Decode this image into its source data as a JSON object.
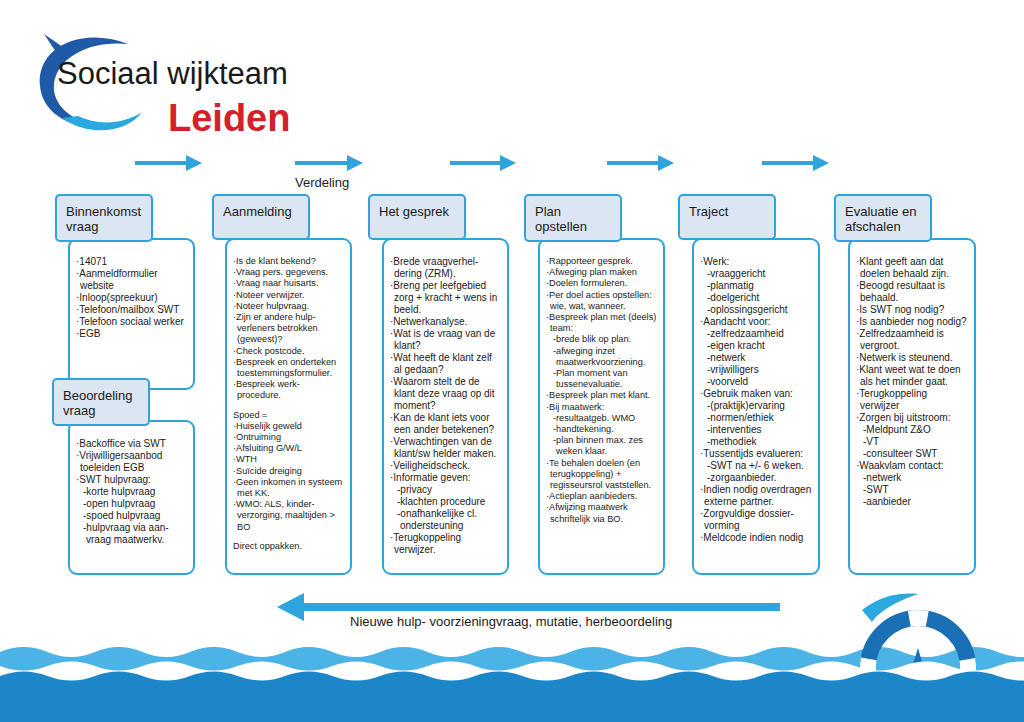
{
  "diagram": {
    "nodes": [
      {
        "text": [
          "Binnenkomst vraag"
        ]
      },
      {
        "text": [
          "·14071",
          "·Aanmeldformulier website",
          "·Inloop(spreekuur)",
          "·Telefoon/mailbox SWT",
          "·Telefoon sociaal werker",
          "·EGB"
        ]
      },
      {
        "text": [
          "Beoordeling vraag"
        ]
      },
      {
        "text": [
          "·Backoffice via SWT",
          "·Vrijwilligersaanbod toeleiden EGB",
          "·SWT hulpvraag:",
          "-korte hulpvraag",
          "-open hulpvraag",
          "-spoed hulpvraag",
          "-hulpvraag via aan- vraag maatwerkv."
        ]
      },
      {
        "text": [
          "Aanmelding"
        ]
      },
      {
        "text": [
          "·Is de klant bekend?",
          "·Vraag pers. gegevens.",
          "·Vraag naar huisarts.",
          "·Noteer verwijzer.",
          "·Noteer hulpvraag.",
          "·Zijn er andere hulp- verleners betrokken (geweest)?",
          "·Check postcode.",
          "·Bespreek en onderteken toestemmingsformulier.",
          "·Bespreek werk- procedure.",
          "Spoed =",
          "·Huiselijk geweld",
          "·Ontruiming",
          "·Afsluiting G/W/L",
          "·WTH",
          "·Suïcide dreiging",
          "·Geen inkomen in systeem met KK.",
          "·WMO: ALS, kinder- verzorging, maaltijden > BO",
          "Direct oppakken."
        ]
      },
      {
        "text": [
          "Het gesprek"
        ]
      },
      {
        "text": [
          "·Brede vraagverhel- dering (ZRM).",
          "·Breng per leefgebied zorg + kracht + wens in beeld.",
          "·Netwerkanalyse.",
          "·Wat is de vraag van de klant?",
          "·Wat heeft de klant zelf al gedaan?",
          "·Waarom stelt de de klant deze vraag op dit moment?",
          "·Kan de klant iets voor een ander betekenen?",
          "·Verwachtingen van de klant/sw helder maken.",
          "·Veiligheidscheck.",
          "·Informatie geven:",
          "-privacy",
          "-klachten procedure",
          "-onafhankelijke cl. ondersteuning",
          "·Terugkoppeling verwijzer."
        ]
      },
      {
        "text": [
          "Plan opstellen"
        ]
      },
      {
        "text": [
          "·Rapporteer gesprek.",
          "·Afweging plan maken",
          "·Doelen formuleren.",
          "·Per doel acties opstellen: wie, wat, wanneer.",
          "·Bespreek plan met (deels) team:",
          "-brede blik op plan.",
          "-afweging inzet maatwerkvoorziening.",
          "-Plan moment van tussenevaluatie.",
          "·Bespreek plan met klant.",
          "·Bij maatwerk:",
          "-resultaatgeb. WMO",
          "-handtekening.",
          "-plan binnen max. zes weken klaar.",
          "·Te behalen doelen (en terugkoppeling) + regisseursrol vaststellen.",
          "·Actieplan aanbieders.",
          "·Afwijzing maatwerk schriftelijk via BO."
        ]
      },
      {
        "text": [
          "Traject"
        ]
      },
      {
        "text": [
          "·Werk:",
          "-vraaggericht",
          "-planmatig",
          "-doelgericht",
          "-oplossingsgericht",
          "·Aandacht voor:",
          "-zelfredzaamheid",
          "-eigen kracht",
          "-netwerk",
          "-vrijwilligers",
          "-voorveld",
          "·Gebruik maken van:",
          "-(praktijk)ervaring",
          "-normen/ethiek",
          "-interventies",
          "-methodiek",
          "·Tussentijds evalueren:",
          "-SWT na +/- 6 weken.",
          "-zorgaanbieder.",
          "·Indien nodig overdragen externe partner.",
          "·Zorgvuldige dossier- vorming",
          "·Meldcode indien nodig"
        ]
      },
      {
        "text": [
          "Evaluatie en afschalen"
        ]
      },
      {
        "text": [
          "·Klant geeft aan dat doelen behaald zijn.",
          "·Beoogd resultaat is behaald.",
          "·Is SWT nog nodig?",
          "·Is aanbieder nog nodig?",
          "·Zelfredzaamheid is vergroot.",
          "·Netwerk is steunend.",
          "·Klant weet wat te doen als het minder gaat.",
          "·Terugkoppeling verwijzer",
          "·Zorgen bij uitstroom:",
          "-Meldpunt Z&O",
          "-VT",
          "-consulteer SWT",
          "·Waakvlam contact:",
          "-netwerk",
          "-SWT",
          "-aanbieder"
        ]
      }
    ],
    "labels": [
      "Sociaal wijkteam",
      "Leiden",
      "Verdeling",
      "Nieuwe hulp- voorzieningvraag, mutatie, herbeoordeling"
    ]
  }
}
